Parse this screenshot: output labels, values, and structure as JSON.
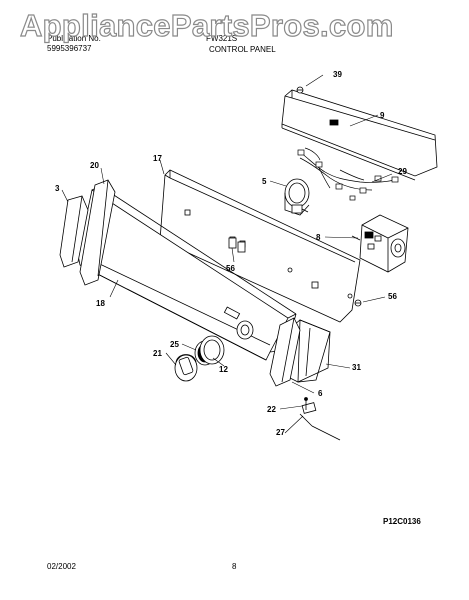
{
  "header": {
    "publication_label": "Publication No.",
    "publication_number": "5995396737",
    "model_fragment": "FW321S",
    "section_title": "CONTROL PANEL"
  },
  "watermark": "AppliancePartsPros.com",
  "parts": [
    {
      "id": "p39",
      "label": "39"
    },
    {
      "id": "p9",
      "label": "9"
    },
    {
      "id": "p29",
      "label": "29"
    },
    {
      "id": "p20",
      "label": "20"
    },
    {
      "id": "p17",
      "label": "17"
    },
    {
      "id": "p5",
      "label": "5"
    },
    {
      "id": "p3",
      "label": "3"
    },
    {
      "id": "p8",
      "label": "8"
    },
    {
      "id": "p56a",
      "label": "56"
    },
    {
      "id": "p18",
      "label": "18"
    },
    {
      "id": "p56b",
      "label": "56"
    },
    {
      "id": "p25",
      "label": "25"
    },
    {
      "id": "p21",
      "label": "21"
    },
    {
      "id": "p12",
      "label": "12"
    },
    {
      "id": "p31",
      "label": "31"
    },
    {
      "id": "p6",
      "label": "6"
    },
    {
      "id": "p22",
      "label": "22"
    },
    {
      "id": "p27",
      "label": "27"
    }
  ],
  "drawing_code": "P12C0136",
  "footer": {
    "date": "02/2002",
    "page_number": "8"
  }
}
